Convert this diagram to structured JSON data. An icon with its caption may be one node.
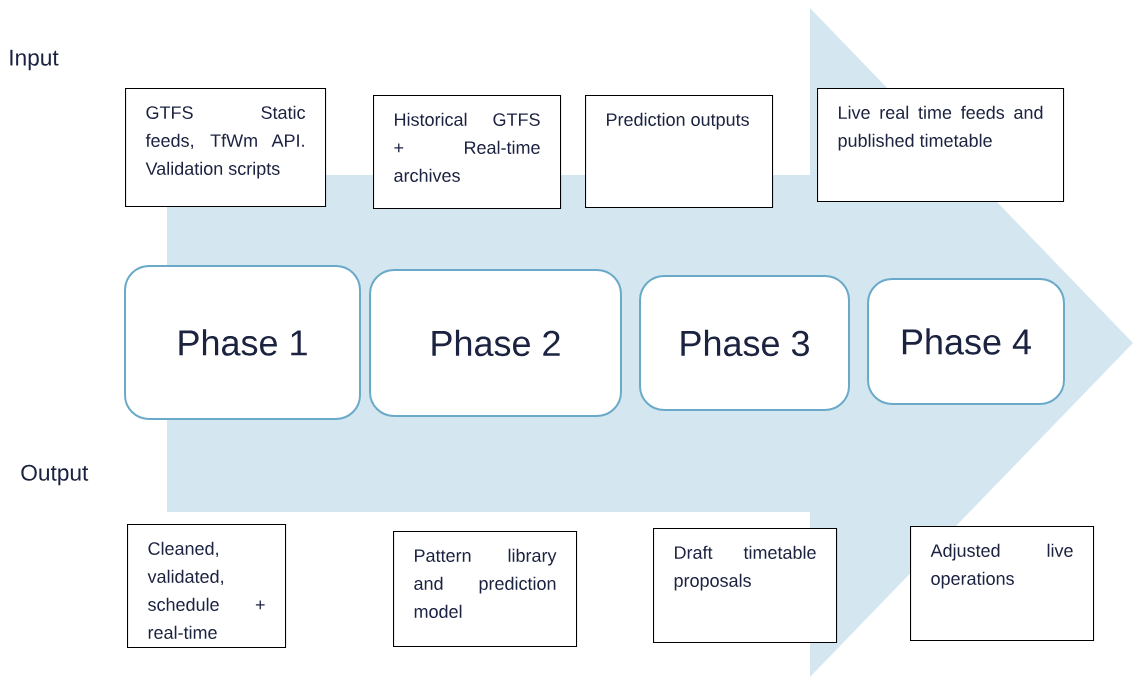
{
  "diagram": {
    "nodes": [
      {
        "text": [
          "GTFS Static feeds, TfWm API. Validation scripts"
        ]
      },
      {
        "text": [
          "Historical GTFS + Real-time archives"
        ]
      },
      {
        "text": [
          "Prediction outputs"
        ]
      },
      {
        "text": [
          "Live real time feeds and published timetable"
        ]
      },
      {
        "text": [
          "Phase 1"
        ]
      },
      {
        "text": [
          "Phase 2"
        ]
      },
      {
        "text": [
          "Phase 3"
        ]
      },
      {
        "text": [
          "Phase 4"
        ]
      },
      {
        "text": [
          "Cleaned, validated, schedule + real-time"
        ]
      },
      {
        "text": [
          "Pattern library and prediction model"
        ]
      },
      {
        "text": [
          "Draft timetable proposals"
        ]
      },
      {
        "text": [
          "Adjusted live operations"
        ]
      }
    ],
    "labels": [
      "Input",
      "Output"
    ]
  }
}
